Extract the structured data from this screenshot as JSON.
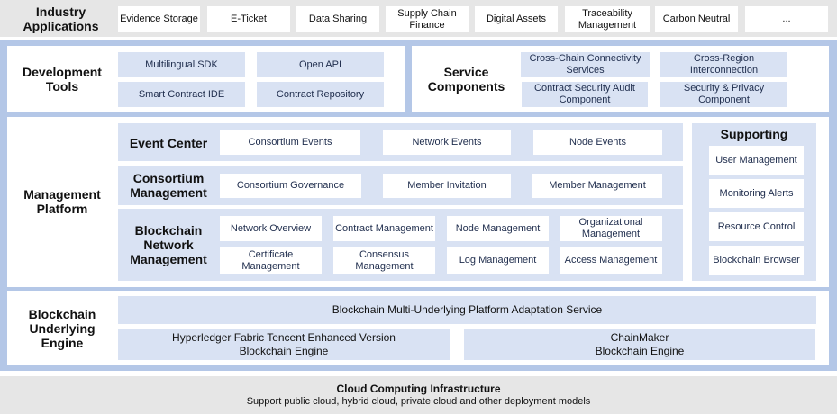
{
  "industry": {
    "title": "Industry\nApplications",
    "items": [
      "Evidence Storage",
      "E-Ticket",
      "Data Sharing",
      "Supply Chain Finance",
      "Digital Assets",
      "Traceability Management",
      "Carbon Neutral",
      "..."
    ]
  },
  "dev_tools": {
    "title": "Development Tools",
    "items": [
      "Multilingual SDK",
      "Open API",
      "Smart Contract IDE",
      "Contract Repository"
    ]
  },
  "service_components": {
    "title": "Service Components",
    "items": [
      "Cross-Chain Connectivity Services",
      "Cross-Region Interconnection",
      "Contract Security Audit Component",
      "Security & Privacy Component"
    ]
  },
  "management_platform": {
    "title": "Management Platform",
    "event_center": {
      "title": "Event Center",
      "items": [
        "Consortium Events",
        "Network Events",
        "Node Events"
      ]
    },
    "consortium_management": {
      "title": "Consortium Management",
      "items": [
        "Consortium Governance",
        "Member Invitation",
        "Member Management"
      ]
    },
    "network_management": {
      "title": "Blockchain Network Management",
      "items": [
        "Network Overview",
        "Contract Management",
        "Node Management",
        "Organizational Management",
        "Certificate Management",
        "Consensus Management",
        "Log Management",
        "Access Management"
      ]
    },
    "supporting": {
      "title": "Supporting",
      "items": [
        "User Management",
        "Monitoring Alerts",
        "Resource Control",
        "Blockchain Browser"
      ]
    }
  },
  "engine": {
    "title": "Blockchain Underlying Engine",
    "adaptation": "Blockchain Multi-Underlying Platform Adaptation Service",
    "engines": [
      "Hyperledger Fabric Tencent Enhanced Version\nBlockchain Engine",
      "ChainMaker\nBlockchain Engine"
    ]
  },
  "cloud": {
    "title": "Cloud Computing Infrastructure",
    "subtitle": "Support public cloud, hybrid cloud, private cloud and other deployment models"
  }
}
